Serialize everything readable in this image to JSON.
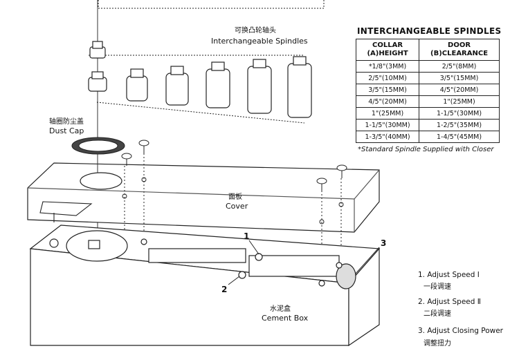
{
  "spindles_label": {
    "zh": "可换凸轮轴头",
    "en": "Interchangeable Spindles"
  },
  "dust_cap_label": {
    "zh": "轴圈防尘盖",
    "en": "Dust Cap"
  },
  "cover_label": {
    "zh": "面板",
    "en": "Cover"
  },
  "cement_box_label": {
    "zh": "水泥盒",
    "en": "Cement Box"
  },
  "callouts": [
    "1",
    "2",
    "3"
  ],
  "table": {
    "title": "INTERCHANGEABLE SPINDLES",
    "headers": [
      "COLLAR\n(A)HEIGHT",
      "DOOR\n(B)CLEARANCE"
    ],
    "rows": [
      [
        "*1/8\"(3MM)",
        "2/5\"(8MM)"
      ],
      [
        "2/5\"(10MM)",
        "3/5\"(15MM)"
      ],
      [
        "3/5\"(15MM)",
        "4/5\"(20MM)"
      ],
      [
        "4/5\"(20MM)",
        "1\"(25MM)"
      ],
      [
        "1\"(25MM)",
        "1-1/5\"(30MM)"
      ],
      [
        "1-1/5\"(30MM)",
        "1-2/5\"(35MM)"
      ],
      [
        "1-3/5\"(40MM)",
        "1-4/5\"(45MM)"
      ]
    ],
    "note": "*Standard Spindle Supplied with Closer"
  },
  "legend": [
    {
      "en": "1. Adjust Speed Ⅰ",
      "zh": "一段调速"
    },
    {
      "en": "2. Adjust Speed Ⅱ",
      "zh": "二段调速"
    },
    {
      "en": "3. Adjust Closing Power",
      "zh": "调整扭力"
    }
  ]
}
